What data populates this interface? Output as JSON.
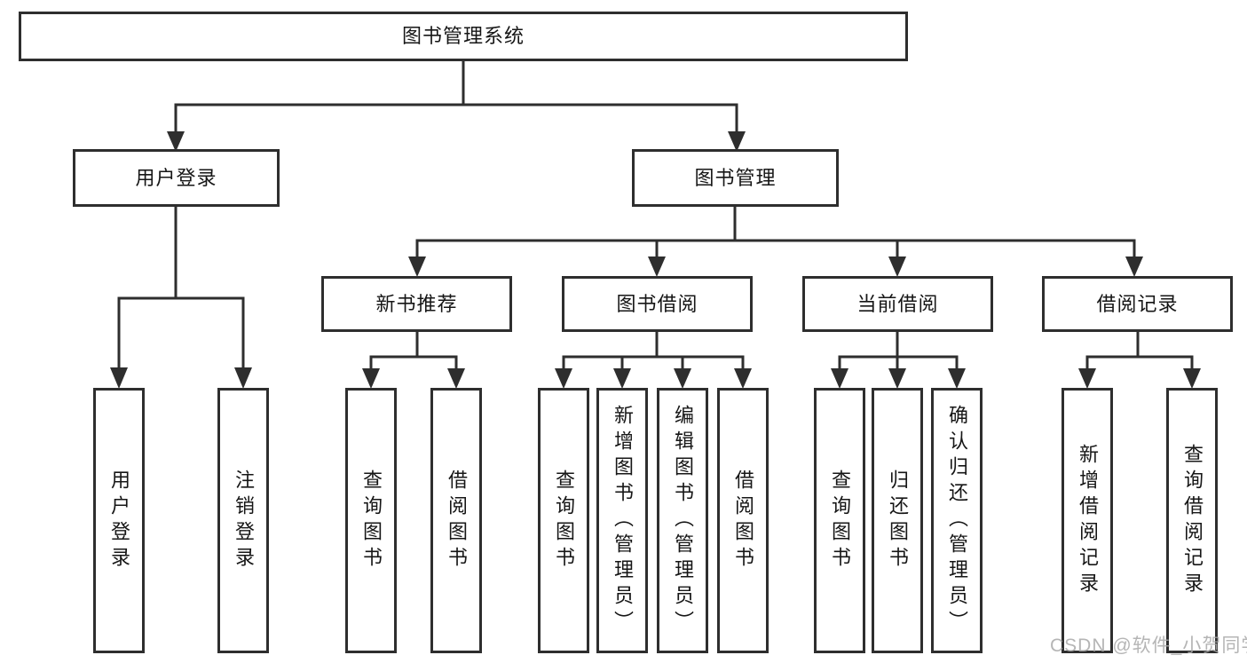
{
  "tree": {
    "label": "图书管理系统",
    "children": [
      {
        "label": "用户登录",
        "children": [
          {
            "label": "用户登录"
          },
          {
            "label": "注销登录"
          }
        ]
      },
      {
        "label": "图书管理",
        "children": [
          {
            "label": "新书推荐",
            "children": [
              {
                "label": "查询图书"
              },
              {
                "label": "借阅图书"
              }
            ]
          },
          {
            "label": "图书借阅",
            "children": [
              {
                "label": "查询图书"
              },
              {
                "label": "新增图书（管理员）"
              },
              {
                "label": "编辑图书（管理员）"
              },
              {
                "label": "借阅图书"
              }
            ]
          },
          {
            "label": "当前借阅",
            "children": [
              {
                "label": "查询图书"
              },
              {
                "label": "归还图书"
              },
              {
                "label": "确认归还（管理员）"
              }
            ]
          },
          {
            "label": "借阅记录",
            "children": [
              {
                "label": "新增借阅记录"
              },
              {
                "label": "查询借阅记录"
              }
            ]
          }
        ]
      }
    ]
  },
  "watermark": "CSDN @软件_小贺同学",
  "colors": {
    "line": "#2e2e2e",
    "text": "#161616",
    "background": "#ffffff",
    "watermark": "#a8a8a8"
  }
}
